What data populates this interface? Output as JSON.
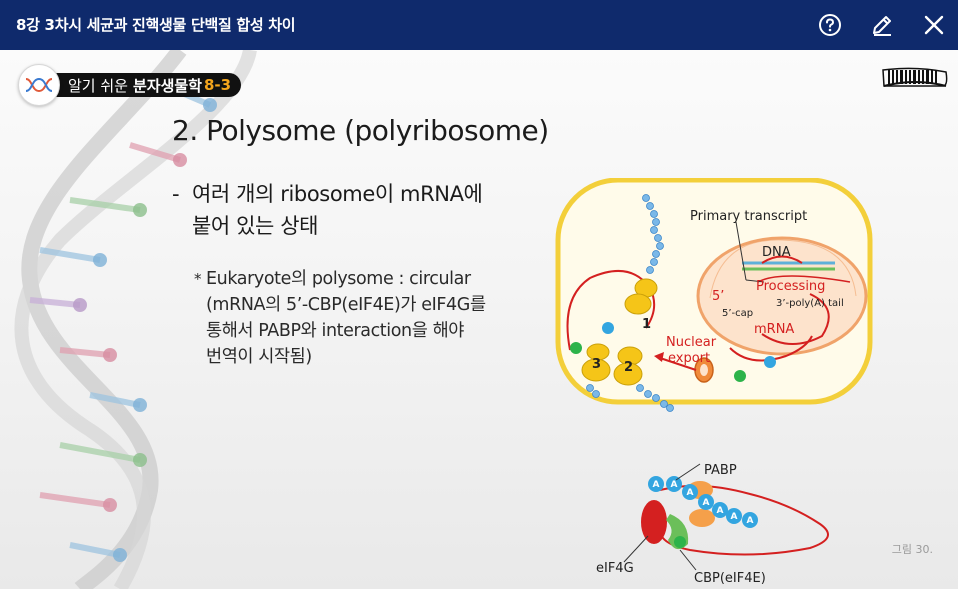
{
  "header": {
    "title": "8강 3차시 세균과 진핵생물 단백질 합성 차이"
  },
  "toolbar": {
    "help_icon": "help-icon",
    "edit_icon": "pencil-icon",
    "close_icon": "close-icon"
  },
  "brand": {
    "prefix": "알기 쉬운",
    "name": "분자생물학",
    "number": "8-3"
  },
  "slide": {
    "heading": "2. Polysome (polyribosome)",
    "bullet_dash": "-",
    "bullet_lines": [
      "여러 개의 ribosome이 mRNA에",
      "붙어 있는 상태"
    ],
    "sub_star": "*",
    "sub_lines": [
      "Eukaryote의 polysome : circular",
      "(mRNA의 5’-CBP(eIF4E)가 eIF4G를",
      "통해서 PABP와 interaction을 해야",
      "번역이 시작됨)"
    ]
  },
  "figure": {
    "primary_transcript": "Primary transcript",
    "dna": "DNA",
    "five_prime": "5’",
    "processing": "Processing",
    "five_cap": "5’-cap",
    "polyA": "3’-poly(A) tail",
    "mrna": "mRNA",
    "nuclear_export_1": "Nuclear",
    "nuclear_export_2": "export",
    "ribosome_labels": [
      "1",
      "2",
      "3"
    ],
    "pabp": "PABP",
    "eif4g": "eIF4G",
    "cbp": "CBP(eIF4E)",
    "a_label": "A"
  },
  "caption": "그림 30.",
  "colors": {
    "header_bg": "#0f2a6c",
    "accent_orange": "#f4a51c",
    "cell_border": "#f3cf3a",
    "nucleus_border": "#f0a36a",
    "mrna_red": "#d42020"
  }
}
